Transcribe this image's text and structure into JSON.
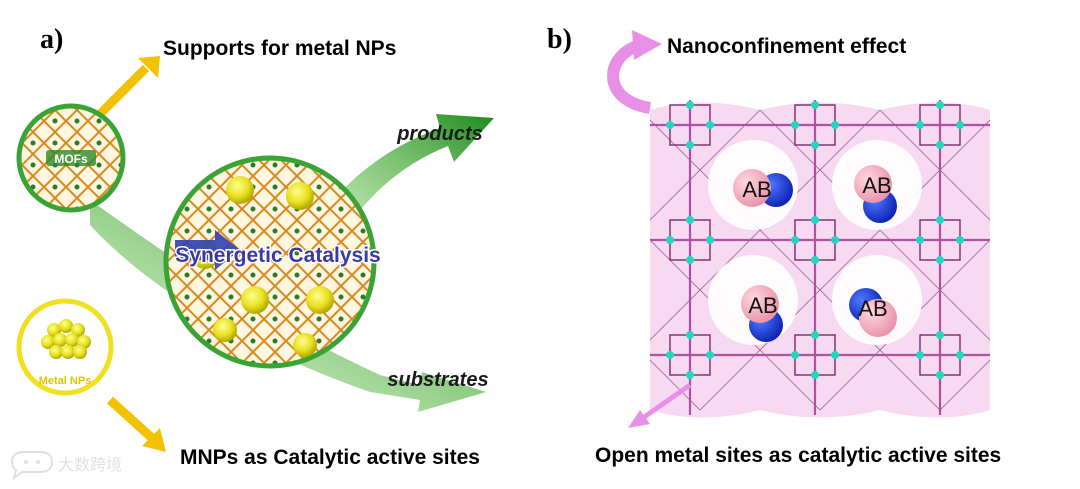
{
  "panel_a": {
    "letter": "a)",
    "top_label": "Supports for metal NPs",
    "bottom_label": "MNPs as Catalytic active sites",
    "mofs_label": "MOFs",
    "metal_np_label": "Metal NPs",
    "center_label": "Synergetic Catalysis",
    "products_label": "products",
    "substrates_label": "substrates"
  },
  "panel_b": {
    "letter": "b)",
    "top_label": "Nanoconfinement effect",
    "bottom_label": "Open metal sites as catalytic active sites",
    "guest_label": "AB"
  },
  "watermark": {
    "text": "大数跨境",
    "logo": "chat-bubble-logo"
  },
  "colors": {
    "arrow_yellow": "#f2c200",
    "arrow_green": "#2fa12f",
    "circle_green": "#3aa335",
    "circle_yellow": "#f0e020",
    "framework_pink": "#f2c6ec",
    "framework_line": "#7a2a6a",
    "node_cyan": "#20d8c0",
    "ab_pink": "#f0a8b8",
    "ab_blue": "#1838d8",
    "center_text": "#3a3aa0",
    "pink_arrow": "#e890e8"
  }
}
